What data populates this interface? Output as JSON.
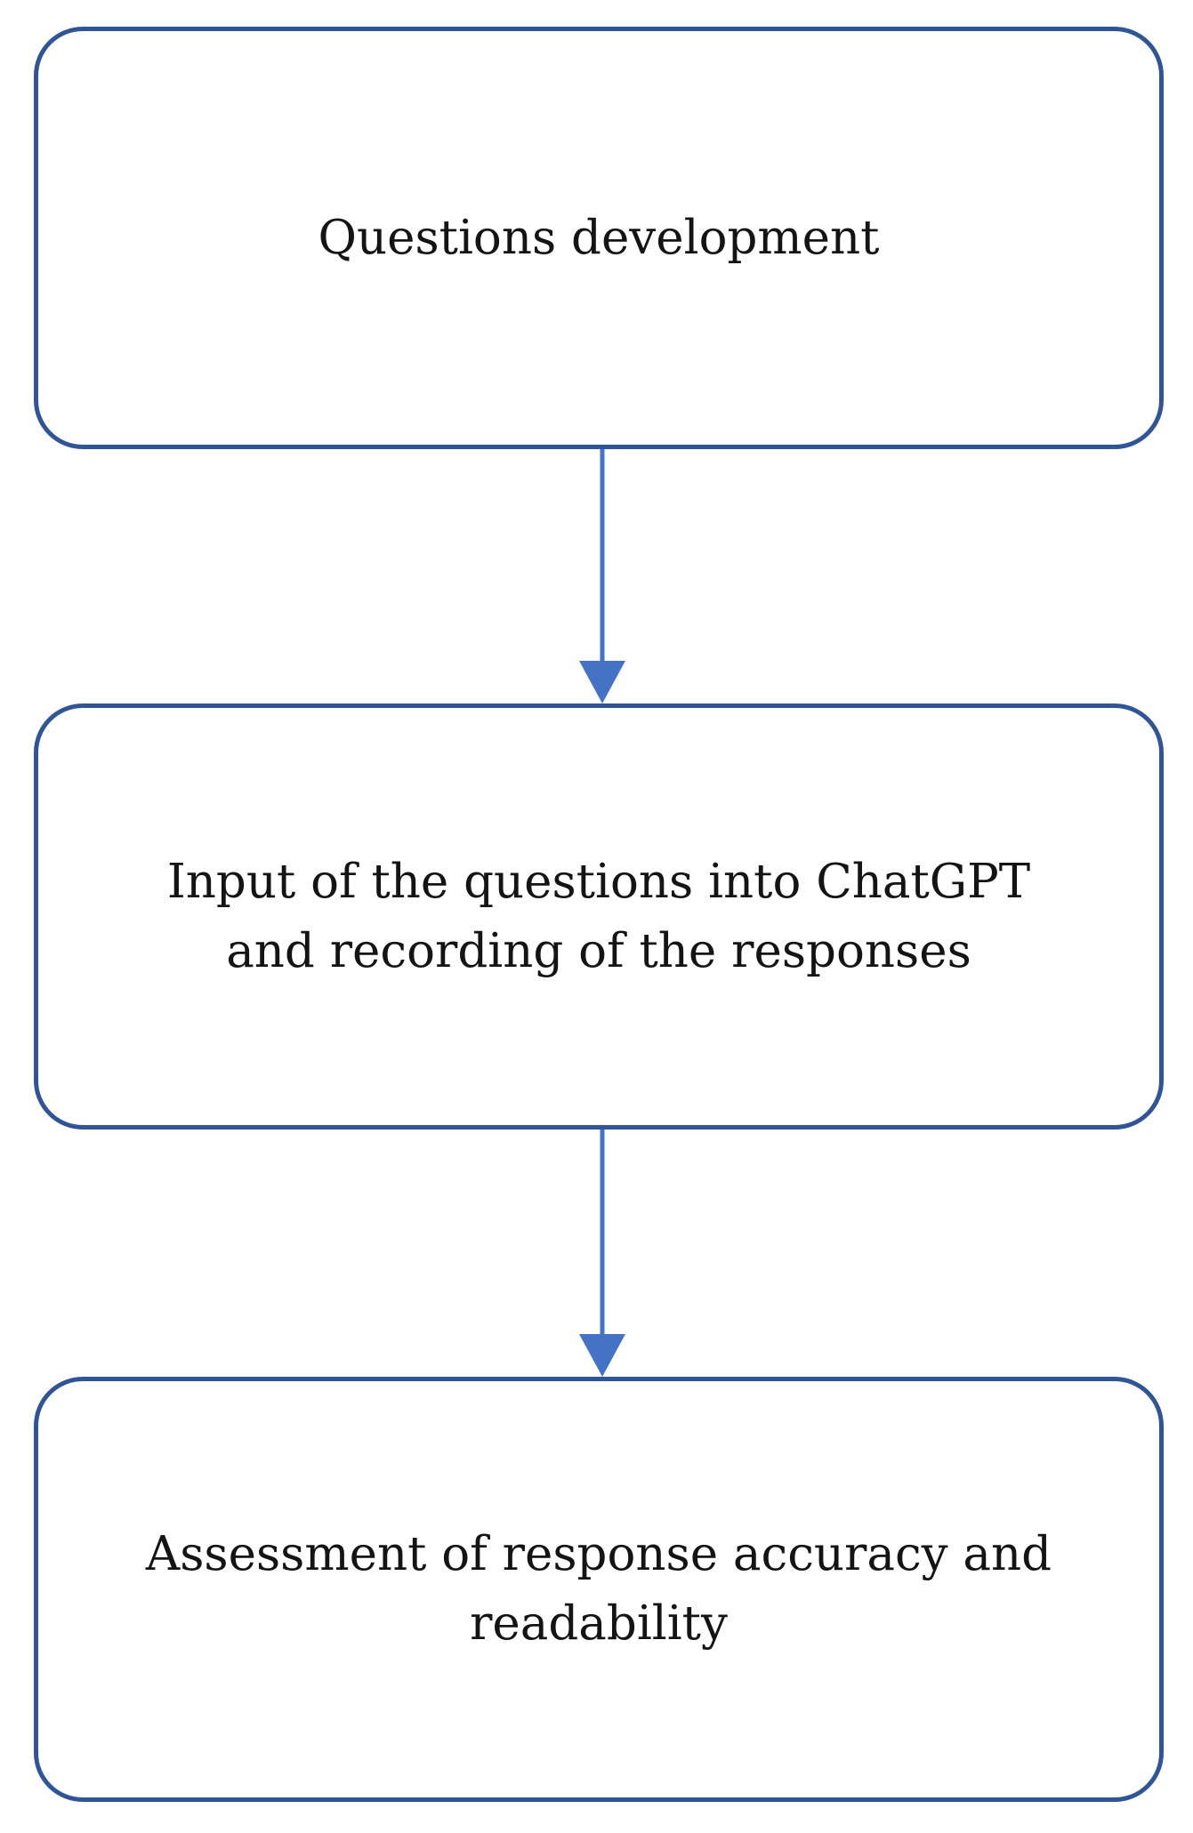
{
  "diagram": {
    "type": "flowchart",
    "direction": "top-down",
    "nodes": [
      {
        "id": "step-1",
        "label": "Questions development",
        "lines": [
          "Questions development"
        ]
      },
      {
        "id": "step-2",
        "label": "Input of the questions into ChatGPT and recording of the responses",
        "lines": [
          "Input of the questions into ChatGPT",
          "and recording of the responses"
        ]
      },
      {
        "id": "step-3",
        "label": "Assessment of response accuracy and readability",
        "lines": [
          "Assessment of response accuracy and",
          "readability"
        ]
      }
    ],
    "edges": [
      {
        "from": "step-1",
        "to": "step-2",
        "style": "straight-down-arrow"
      },
      {
        "from": "step-2",
        "to": "step-3",
        "style": "straight-down-arrow"
      }
    ],
    "colors": {
      "box_border": "#2F5597",
      "arrow": "#4472C4",
      "text": "#141414",
      "background": "#ffffff"
    }
  }
}
